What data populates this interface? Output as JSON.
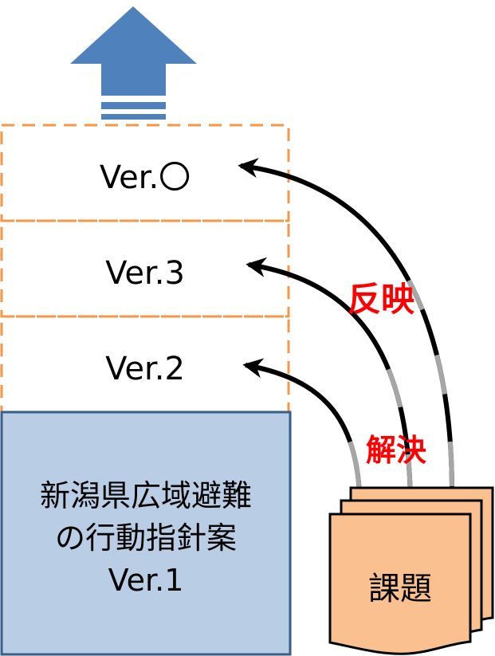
{
  "versions": {
    "future_label": "Ver.〇",
    "v3_label": "Ver.3",
    "v2_label": "Ver.2"
  },
  "base_box": {
    "line1": "新潟県広域避難",
    "line2": "の行動指針案",
    "line3": "Ver.1"
  },
  "labels": {
    "reflect": "反映",
    "resolve": "解決"
  },
  "issues": {
    "label": "課題"
  },
  "colors": {
    "arrow_up": "#4f81bd",
    "dashed_border": "#f79646",
    "base_box_fill": "#b9cde5",
    "base_box_border": "#385d8a",
    "issue_fill": "#fac090",
    "accent_red": "#ff0000"
  }
}
